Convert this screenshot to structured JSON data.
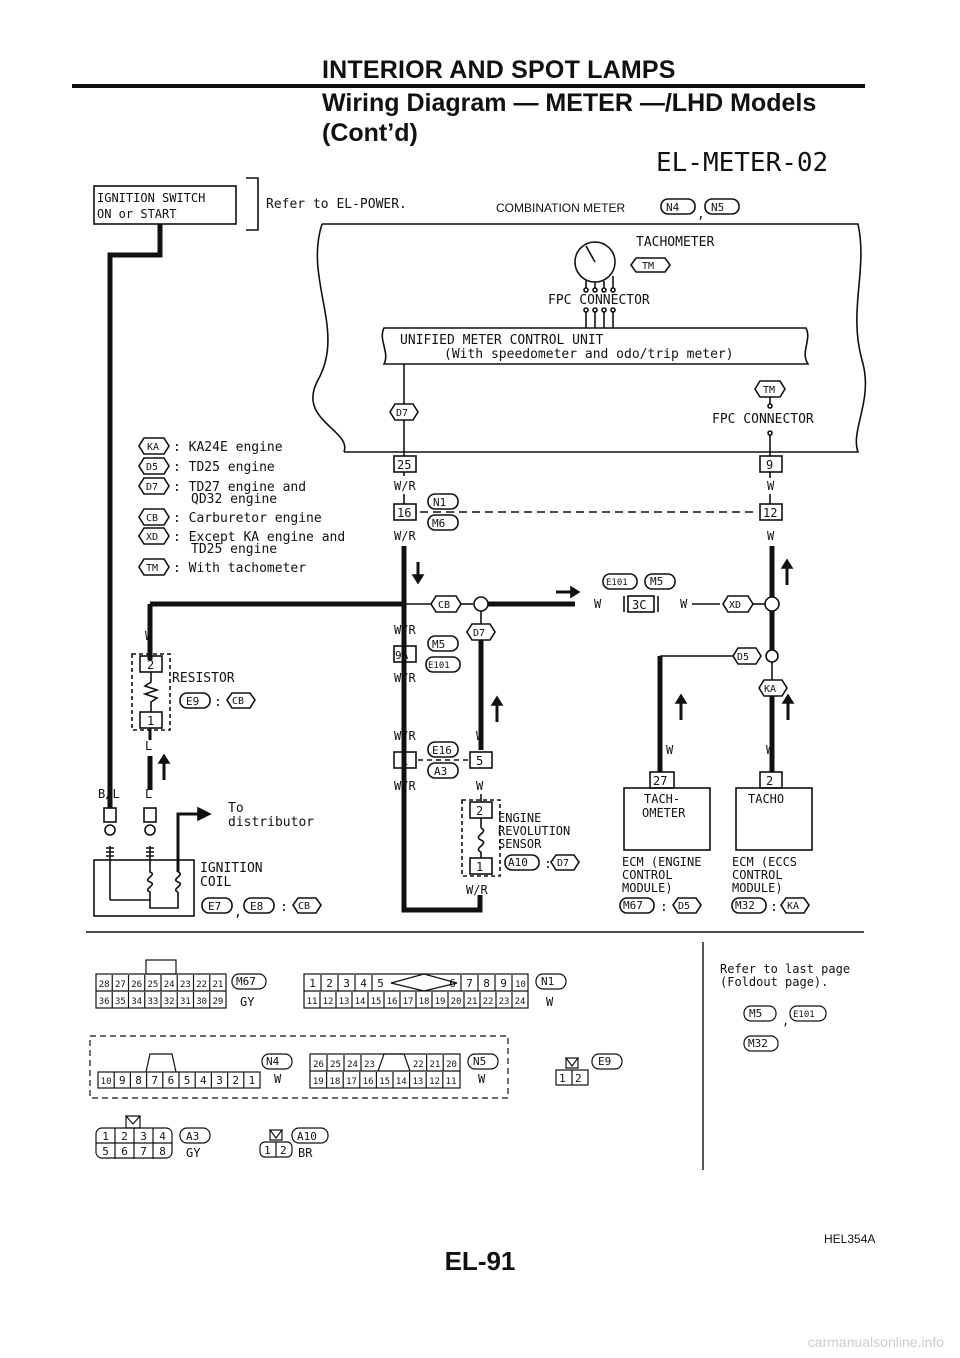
{
  "header": {
    "section": "INTERIOR AND SPOT LAMPS",
    "title_line1": "Wiring Diagram — METER —/LHD Models",
    "title_line2": "(Cont’d)"
  },
  "diagram": {
    "id": "EL-METER-02",
    "ign_line1": "IGNITION SWITCH",
    "ign_line2": "ON or START",
    "refer_power": "Refer to EL-POWER.",
    "combo_meter": "COMBINATION METER",
    "n4": "N4",
    "n5": "N5",
    "comma": ",",
    "tachometer": "TACHOMETER",
    "tm": "TM",
    "fpc_connector": "FPC CONNECTOR",
    "umcu_line1": "UNIFIED METER CONTROL UNIT",
    "umcu_line2": "(With speedometer and odo/trip meter)",
    "d7": "D7",
    "legend": [
      {
        "code": "KA",
        "l1": ": KA24E engine",
        "l2": ""
      },
      {
        "code": "D5",
        "l1": ": TD25 engine",
        "l2": ""
      },
      {
        "code": "D7",
        "l1": ": TD27 engine and",
        "l2": "QD32 engine"
      },
      {
        "code": "CB",
        "l1": ": Carburetor engine",
        "l2": ""
      },
      {
        "code": "XD",
        "l1": ": Except KA engine and",
        "l2": "TD25 engine"
      },
      {
        "code": "TM",
        "l1": ": With tachometer",
        "l2": ""
      }
    ],
    "pin25": "25",
    "pin9": "9",
    "wr": "W/R",
    "w": "W",
    "n1": "N1",
    "m6": "M6",
    "pin16": "16",
    "pin12": "12",
    "e101": "E101",
    "m5": "M5",
    "pin3c": "3C",
    "cb": "CB",
    "xd": "XD",
    "d5": "D5",
    "ka": "KA",
    "pin9a": "9A",
    "resistor": "RESISTOR",
    "e9": "E9",
    "colon": ":",
    "pin2": "2",
    "pin1": "1",
    "l": "L",
    "bl": "B/L",
    "e16": "E16",
    "a3": "A3",
    "pin5": "5",
    "pin27": "27",
    "to_line1": "To",
    "to_line2": "distributor",
    "ignition_coil1": "IGNITION",
    "ignition_coil2": "COIL",
    "e7": "E7",
    "e8": "E8",
    "ers1": "ENGINE",
    "ers2": "REVOLUTION",
    "ers3": "SENSOR",
    "a10": "A10",
    "tach_ometer1": "TACH-",
    "tach_ometer2": "OMETER",
    "tacho": "TACHO",
    "ecm1_l1": "ECM (ENGINE",
    "ecm1_l2": "CONTROL",
    "ecm1_l3": "MODULE)",
    "ecm2_l1": "ECM (ECCS",
    "ecm2_l2": "CONTROL",
    "ecm2_l3": "MODULE)",
    "m67": "M67",
    "m32": "M32"
  },
  "connectors": {
    "m67_top": [
      "28",
      "27",
      "26",
      "25",
      "24",
      "23",
      "22",
      "21"
    ],
    "m67_bot": [
      "36",
      "35",
      "34",
      "33",
      "32",
      "31",
      "30",
      "29"
    ],
    "m67": "M67",
    "gy": "GY",
    "n1_top_l": [
      "1",
      "2",
      "3",
      "4",
      "5"
    ],
    "n1_top_r": [
      "6",
      "7",
      "8",
      "9",
      "10"
    ],
    "n1_bot": [
      "11",
      "12",
      "13",
      "14",
      "15",
      "16",
      "17",
      "18",
      "19",
      "20",
      "21",
      "22",
      "23",
      "24"
    ],
    "n1": "N1",
    "w": "W",
    "refer_last1": "Refer to last page",
    "refer_last2": "(Foldout page).",
    "m5": "M5",
    "e101": "E101",
    "m32": "M32",
    "n4_pins": [
      "10",
      "9",
      "8",
      "7",
      "6",
      "5",
      "4",
      "3",
      "2",
      "1"
    ],
    "n4": "N4",
    "n5_top_l": [
      "26",
      "25",
      "24",
      "23"
    ],
    "n5_top_r": [
      "22",
      "21",
      "20"
    ],
    "n5_bot": [
      "19",
      "18",
      "17",
      "16",
      "15",
      "14",
      "13",
      "12",
      "11"
    ],
    "n5": "N5",
    "e9": "E9",
    "e9_pins": [
      "1",
      "2"
    ],
    "a3_top": [
      "1",
      "2",
      "3",
      "4"
    ],
    "a3_bot": [
      "5",
      "6",
      "7",
      "8"
    ],
    "a3": "A3",
    "a10": "A10",
    "a10_pins": [
      "1",
      "2"
    ],
    "br": "BR"
  },
  "footer": {
    "code": "HEL354A",
    "page": "EL-91",
    "watermark": "carmanualsonline.info"
  }
}
